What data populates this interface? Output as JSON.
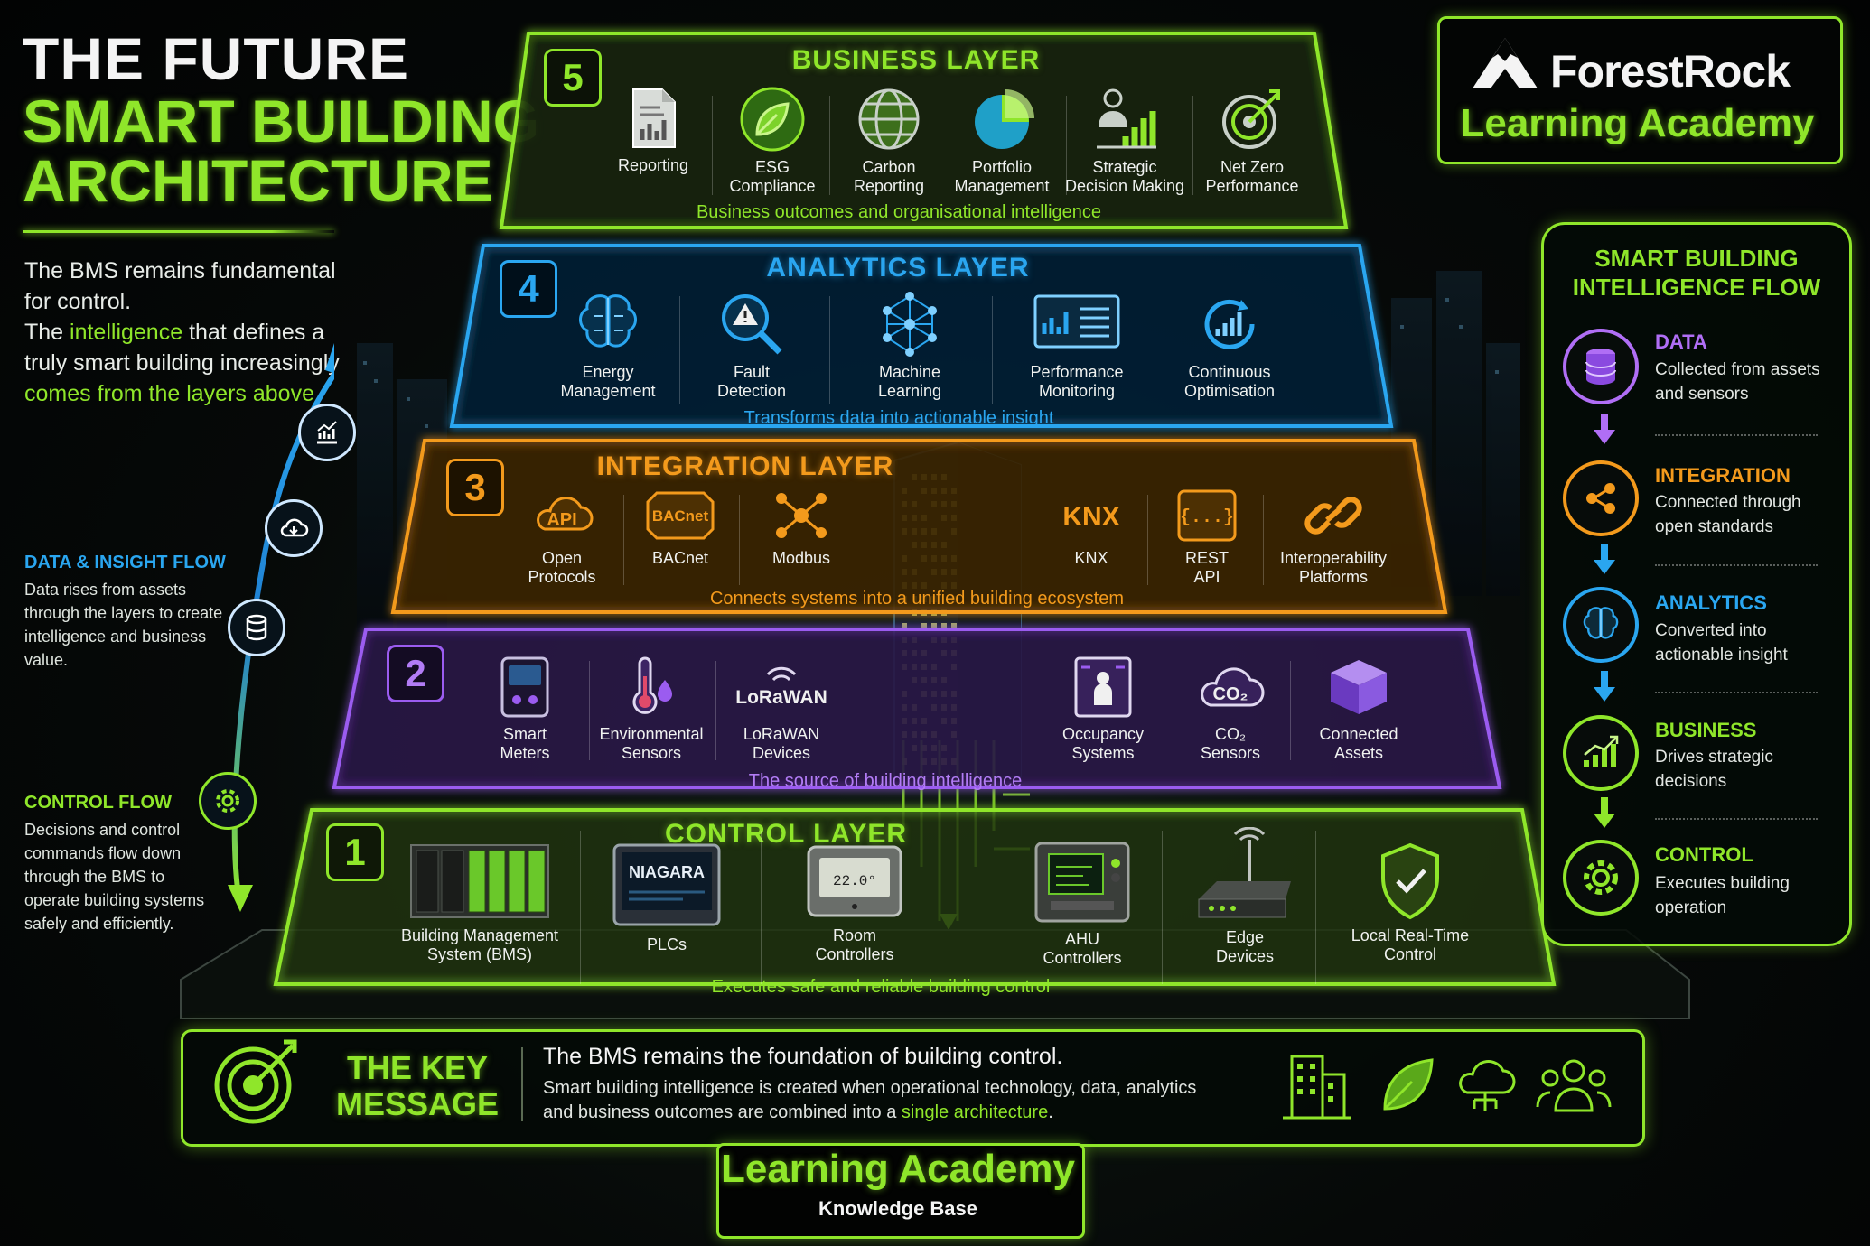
{
  "title": {
    "line1": "THE FUTURE",
    "line2": "SMART BUILDING",
    "line3": "ARCHITECTURE"
  },
  "intro": {
    "p1": "The BMS remains fundamental for control.",
    "p2a": "The ",
    "p2b": "intelligence",
    "p2c": " that defines a truly smart building increasingly ",
    "p2d": "comes from the layers above."
  },
  "data_flow": {
    "heading": "DATA & INSIGHT FLOW",
    "text": "Data rises from assets through the layers to create intelligence and business value."
  },
  "control_flow": {
    "heading": "CONTROL FLOW",
    "text": "Decisions and control commands flow down through the BMS to operate building systems safely and efficiently."
  },
  "layers": [
    {
      "num": "5",
      "title": "BUSINESS LAYER",
      "subtitle": "Business outcomes and organisational intelligence",
      "color": "#8fe62a",
      "items": [
        {
          "l1": "Reporting",
          "l2": "",
          "icon": "report-icon"
        },
        {
          "l1": "ESG",
          "l2": "Compliance",
          "icon": "leaf-icon"
        },
        {
          "l1": "Carbon",
          "l2": "Reporting",
          "icon": "globe-icon"
        },
        {
          "l1": "Portfolio",
          "l2": "Management",
          "icon": "pie-chart-icon"
        },
        {
          "l1": "Strategic",
          "l2": "Decision Making",
          "icon": "strategy-icon"
        },
        {
          "l1": "Net Zero",
          "l2": "Performance",
          "icon": "target-icon"
        }
      ]
    },
    {
      "num": "4",
      "title": "ANALYTICS LAYER",
      "subtitle": "Transforms data into actionable insight",
      "color": "#2aa6f0",
      "items": [
        {
          "l1": "Energy",
          "l2": "Management",
          "icon": "brain-icon"
        },
        {
          "l1": "Fault",
          "l2": "Detection",
          "icon": "magnifier-warning-icon"
        },
        {
          "l1": "Machine",
          "l2": "Learning",
          "icon": "network-icon"
        },
        {
          "l1": "Performance",
          "l2": "Monitoring",
          "icon": "dashboard-icon"
        },
        {
          "l1": "Continuous",
          "l2": "Optimisation",
          "icon": "cycle-chart-icon"
        }
      ]
    },
    {
      "num": "3",
      "title": "INTEGRATION LAYER",
      "subtitle": "Connects systems into a unified building ecosystem",
      "color": "#f39a1c",
      "items": [
        {
          "l1": "Open",
          "l2": "Protocols",
          "icon": "api-cloud-icon"
        },
        {
          "l1": "BACnet",
          "l2": "",
          "icon": "bacnet-icon"
        },
        {
          "l1": "Modbus",
          "l2": "",
          "icon": "modbus-icon"
        },
        {
          "l1": "KNX",
          "l2": "",
          "icon": "knx-icon"
        },
        {
          "l1": "REST",
          "l2": "API",
          "icon": "rest-api-icon"
        },
        {
          "l1": "Interoperability",
          "l2": "Platforms",
          "icon": "link-icon"
        }
      ]
    },
    {
      "num": "2",
      "title": "",
      "subtitle": "The source of building intelligence",
      "color": "#9b5cf0",
      "items": [
        {
          "l1": "Smart",
          "l2": "Meters",
          "icon": "meter-icon"
        },
        {
          "l1": "Environmental",
          "l2": "Sensors",
          "icon": "thermometer-icon"
        },
        {
          "l1": "LoRaWAN",
          "l2": "Devices",
          "icon": "lorawan-icon"
        },
        {
          "l1": "Occupancy",
          "l2": "Systems",
          "icon": "occupancy-icon"
        },
        {
          "l1": "CO₂",
          "l2": "Sensors",
          "icon": "co2-cloud-icon"
        },
        {
          "l1": "Connected",
          "l2": "Assets",
          "icon": "cube-icon"
        }
      ]
    },
    {
      "num": "1",
      "title": "CONTROL LAYER",
      "subtitle": "Executes safe and reliable building control",
      "color": "#8fe62a",
      "items": [
        {
          "l1": "Building Management",
          "l2": "System (BMS)",
          "icon": "bms-rack-icon"
        },
        {
          "l1": "PLCs",
          "l2": "",
          "icon": "niagara-panel-icon"
        },
        {
          "l1": "Room",
          "l2": "Controllers",
          "icon": "thermostat-icon"
        },
        {
          "l1": "AHU",
          "l2": "Controllers",
          "icon": "ahu-controller-icon"
        },
        {
          "l1": "Edge",
          "l2": "Devices",
          "icon": "edge-router-icon"
        },
        {
          "l1": "Local Real-Time",
          "l2": "Control",
          "icon": "shield-check-icon"
        }
      ]
    }
  ],
  "layer2_badges": {
    "lorawan": "LoRaWAN",
    "niagara": "NIAGARA",
    "thermostat": "22.0°",
    "bacnet": "BACnet",
    "knx": "KNX",
    "api": "API",
    "rest": "{...}",
    "co2": "CO₂"
  },
  "logo": {
    "brand": "ForestRock",
    "sub": "Learning Academy"
  },
  "right_panel": {
    "title1": "SMART BUILDING",
    "title2": "INTELLIGENCE FLOW",
    "steps": [
      {
        "heading": "DATA",
        "text": "Collected from assets and sensors",
        "color": "#b06ef5",
        "icon": "database-icon"
      },
      {
        "heading": "INTEGRATION",
        "text": "Connected through open standards",
        "color": "#f39a1c",
        "icon": "share-icon"
      },
      {
        "heading": "ANALYTICS",
        "text": "Converted into actionable insight",
        "color": "#2aa6f0",
        "icon": "brain-icon"
      },
      {
        "heading": "BUSINESS",
        "text": "Drives strategic decisions",
        "color": "#8fe62a",
        "icon": "growth-chart-icon"
      },
      {
        "heading": "CONTROL",
        "text": "Executes building operation",
        "color": "#8fe62a",
        "icon": "gear-icon"
      }
    ]
  },
  "key_message": {
    "title1": "THE KEY",
    "title2": "MESSAGE",
    "headline": "The BMS remains the foundation of building control.",
    "body1": "Smart building intelligence is created when operational technology, data, analytics",
    "body2a": "and business outcomes are combined into a ",
    "body2b": "single architecture",
    "body2c": "."
  },
  "footer": {
    "title": "Learning Academy",
    "sub": "Knowledge Base"
  },
  "colors": {
    "green": "#8fe62a",
    "blue": "#2aa6f0",
    "orange": "#f39a1c",
    "purple": "#9b5cf0"
  }
}
